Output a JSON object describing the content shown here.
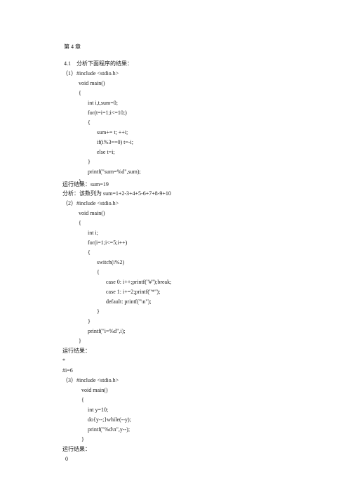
{
  "document": {
    "chapter_heading": "第 4 章",
    "section_title": "4.1    分析下面程序的结果：",
    "lines": [
      "（1）#include <stdio.h>",
      "void main()",
      "{",
      "int i,t,sum=0;",
      "for(t=i=1;i<=10;)",
      "{",
      "sum+= t; ++i;",
      "if(i%3==0) t=-i;",
      "else t=i;",
      "}",
      "printf(\"sum=%d\",sum);",
      "}",
      "运行结果：sum=19",
      "分析：该数列为 sum=1+2-3+4+5-6+7+8-9+10",
      "（2）#include <stdio.h>",
      "void main()",
      "{",
      "int i;",
      "for(i=1;i<=5;i++)",
      "{",
      "switch(i%2)",
      "{",
      "case 0: i++;printf(\"#\");break;",
      "case 1: i+=2;printf(\"*\");",
      "default: printf(\"\\n\");",
      "}",
      "}",
      "printf(\"i=%d\",i);",
      "}",
      "运行结果：",
      "*",
      "#i=6",
      "（3）#include <stdio.h>",
      "void main()",
      "{",
      "int y=10;",
      "do{y--;}while(--y);",
      "printf(\"%d\\n\",y--);",
      "}",
      "运行结果：",
      "0"
    ]
  }
}
